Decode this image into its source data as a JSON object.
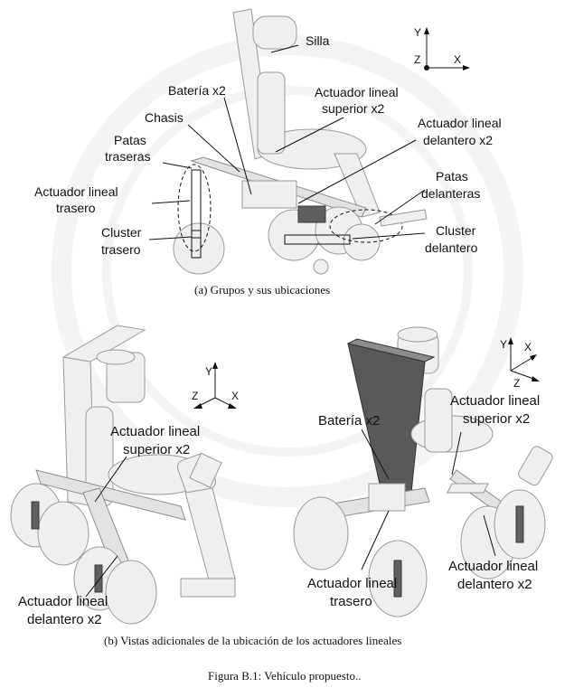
{
  "panel_a": {
    "labels": {
      "silla": "Silla",
      "bateria": "Batería x2",
      "chasis": "Chasis",
      "patas_traseras": [
        "Patas",
        "traseras"
      ],
      "actuador_superior": [
        "Actuador lineal",
        "superior x2"
      ],
      "actuador_delantero": [
        "Actuador lineal",
        "delantero x2"
      ],
      "actuador_trasero": [
        "Actuador lineal",
        "trasero"
      ],
      "patas_delanteras": [
        "Patas",
        "delanteras"
      ],
      "cluster_trasero": [
        "Cluster",
        "trasero"
      ],
      "cluster_delantero": [
        "Cluster",
        "delantero"
      ]
    },
    "axes": {
      "y": "Y",
      "x": "X",
      "z": "Z"
    },
    "caption": "(a) Grupos y sus ubicaciones"
  },
  "panel_b_left": {
    "labels": {
      "actuador_superior": [
        "Actuador lineal",
        "superior x2"
      ],
      "actuador_delantero": [
        "Actuador lineal",
        "delantero x2"
      ]
    },
    "axes": {
      "y": "Y",
      "x": "X",
      "z": "Z"
    }
  },
  "panel_b_right": {
    "labels": {
      "bateria": "Batería x2",
      "actuador_superior": [
        "Actuador lineal",
        "superior x2"
      ],
      "actuador_trasero": [
        "Actuador lineal",
        "trasero"
      ],
      "actuador_delantero": [
        "Actuador lineal",
        "delantero x2"
      ]
    },
    "axes": {
      "y": "Y",
      "x": "X",
      "z": "Z"
    }
  },
  "caption_b": "(b) Vistas adicionales de la ubicación de los actuadores lineales",
  "figure_caption": "Figura B.1: Vehículo propuesto.."
}
